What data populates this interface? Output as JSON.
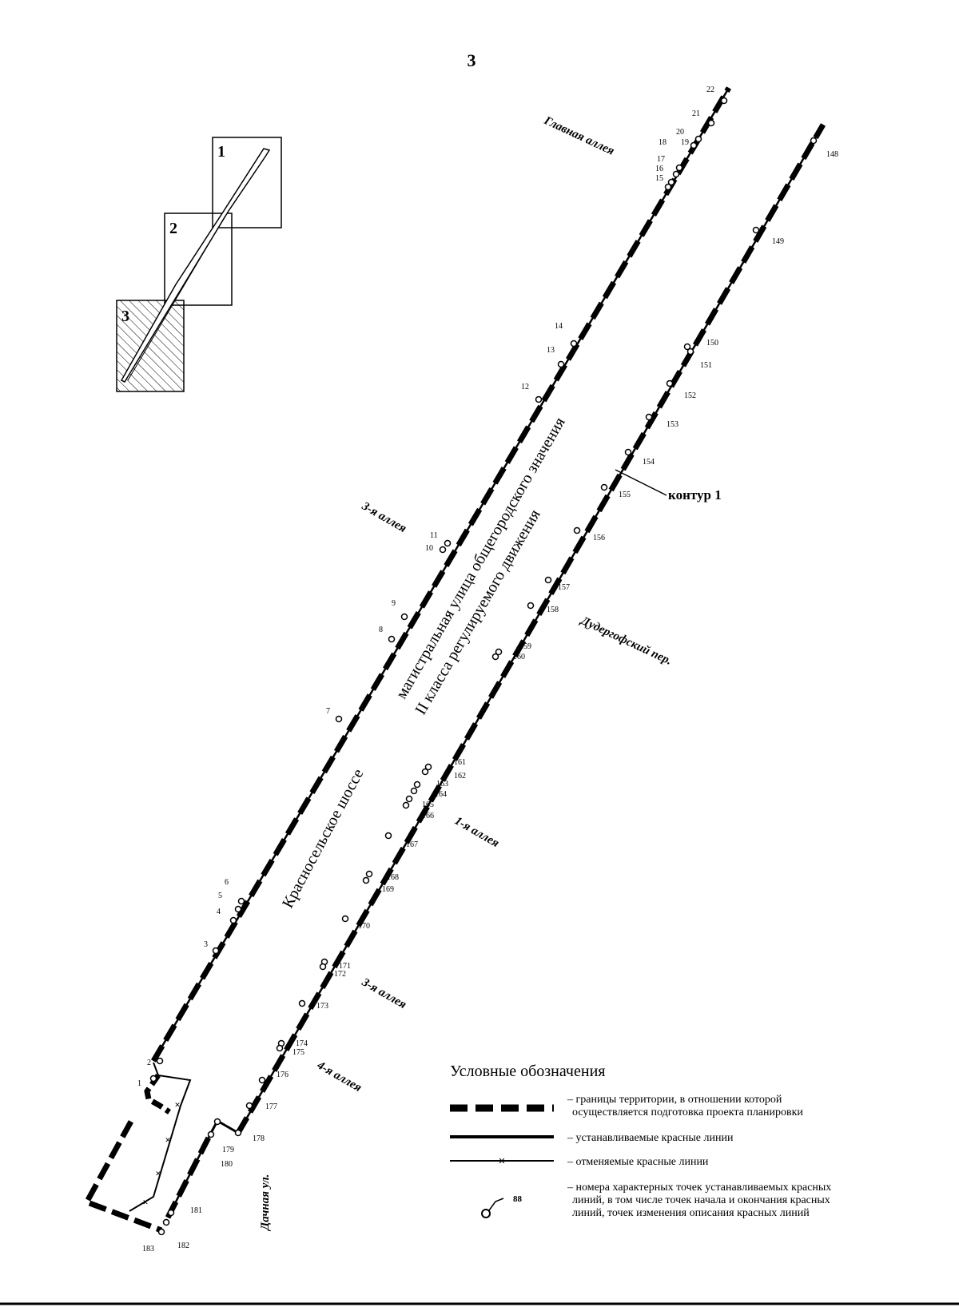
{
  "page_number": "3",
  "inset": {
    "frame_labels": [
      "1",
      "2",
      "3"
    ]
  },
  "streets": {
    "glavnaya": "Главная аллея",
    "third_alley_a": "3-я аллея",
    "main_street_line1": "магистральная улица общегородского значения",
    "main_street_line2": "II класса регулируемого движения",
    "dudergof": "Дудергофский пер.",
    "krasnoselskoe": "Красносельское шоссе",
    "first_alley": "1-я аллея",
    "third_alley_b": "3-я аллея",
    "fourth_alley": "4-я аллея",
    "dachnaya": "Дачная ул."
  },
  "contour_label": "контур 1",
  "points_left": [
    "1",
    "2",
    "3",
    "4",
    "5",
    "6",
    "7",
    "8",
    "9",
    "10",
    "11",
    "12",
    "13",
    "14",
    "15",
    "16",
    "17",
    "18",
    "19",
    "20",
    "21",
    "22"
  ],
  "points_right": [
    "148",
    "149",
    "150",
    "151",
    "152",
    "153",
    "154",
    "155",
    "156",
    "157",
    "158",
    "159",
    "160",
    "161",
    "162",
    "163",
    "164",
    "165",
    "166",
    "167",
    "168",
    "169",
    "170",
    "171",
    "172",
    "173",
    "174",
    "175",
    "176",
    "177",
    "178",
    "179",
    "180",
    "181",
    "182",
    "183"
  ],
  "legend": {
    "title": "Условные обозначения",
    "items": [
      {
        "line1": "– границы территории, в отношении которой",
        "line2": "осуществляется подготовка проекта планировки"
      },
      {
        "line1": "– устанавливаемые красные линии",
        "line2": ""
      },
      {
        "line1": "– отменяемые красные линии",
        "line2": ""
      },
      {
        "line1": "– номера характерных точек устанавливаемых красных",
        "line2": "линий, в том числе точек начала и окончания красных",
        "line3": "линий, точек изменения описания красных линий"
      }
    ],
    "sample_number": "88"
  }
}
